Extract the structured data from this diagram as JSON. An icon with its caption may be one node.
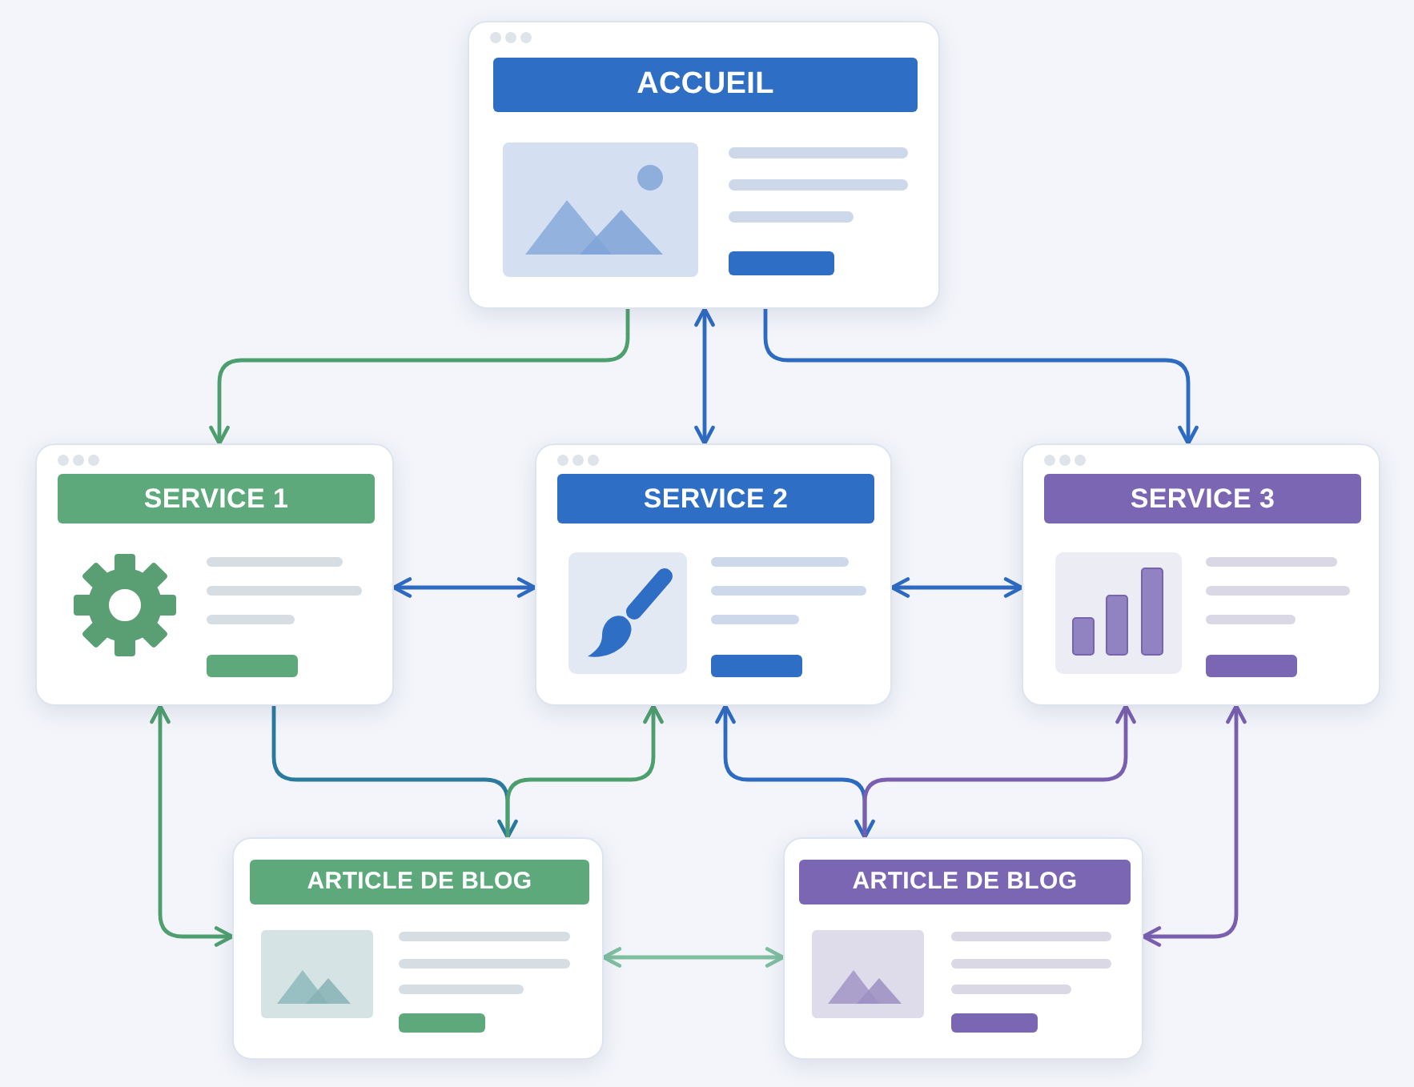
{
  "diagram": {
    "nodes": [
      {
        "text": [
          "ACCUEIL"
        ]
      },
      {
        "text": [
          "SERVICE 1"
        ]
      },
      {
        "text": [
          "SERVICE 2"
        ]
      },
      {
        "text": [
          "SERVICE 3"
        ]
      },
      {
        "text": [
          "ARTICLE DE BLOG"
        ]
      },
      {
        "text": [
          "ARTICLE DE BLOG"
        ]
      }
    ],
    "edges": [
      {
        "from": 0,
        "to": 1,
        "arrow": "to",
        "color": "#4e9f6e"
      },
      {
        "from": 0,
        "to": 2,
        "arrow": "both"
      },
      {
        "from": 0,
        "to": 3,
        "arrow": "to"
      },
      {
        "from": 1,
        "to": 2,
        "arrow": "both"
      },
      {
        "from": 2,
        "to": 3,
        "arrow": "both"
      },
      {
        "from": 1,
        "to": 4,
        "arrow": "to",
        "color": "#2a7a9e"
      },
      {
        "from": 4,
        "to": 2,
        "arrow": "to",
        "color": "#4e9f6e"
      },
      {
        "from": 2,
        "to": 5,
        "arrow": "both"
      },
      {
        "from": 5,
        "to": 3,
        "arrow": "to",
        "color": "#7a5fb0"
      },
      {
        "from": 1,
        "to": 4,
        "arrow": "both",
        "color": "#4e9f6e"
      },
      {
        "from": 4,
        "to": 5,
        "arrow": "both",
        "color": "#7fbfa0"
      },
      {
        "from": 3,
        "to": 5,
        "arrow": "both",
        "color": "#7a5fb0"
      }
    ]
  }
}
